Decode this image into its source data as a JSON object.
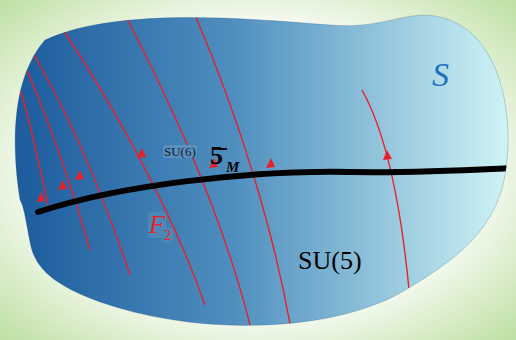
{
  "diagram": {
    "nodes": [
      {
        "text": [
          "S"
        ]
      }
    ],
    "labels": [
      "SU(6)",
      "5̄",
      "M",
      "F",
      "2",
      "SU(5)"
    ]
  }
}
